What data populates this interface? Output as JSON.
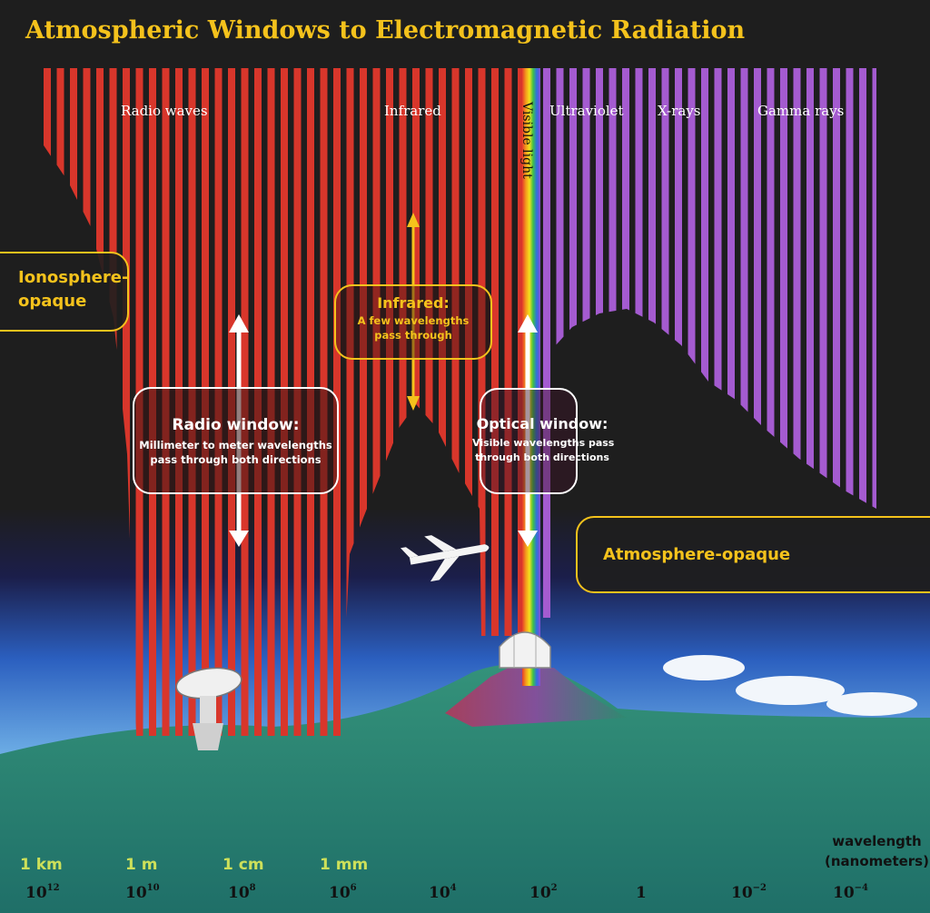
{
  "title": "Atmospheric Windows to Electromagnetic Radiation",
  "bands": {
    "radio": "Radio waves",
    "infrared": "Infrared",
    "visible": "Visible light",
    "ultraviolet": "Ultraviolet",
    "xrays": "X-rays",
    "gamma": "Gamma rays"
  },
  "ionosphere_label": "Ionosphere-\nopaque",
  "atmosphere_label": "Atmosphere-opaque",
  "radio_window": {
    "heading": "Radio window:",
    "line1": "Millimeter to meter wavelengths",
    "line2": "pass through both directions"
  },
  "infrared_window": {
    "heading": "Infrared:",
    "line1": "A few wavelengths",
    "line2": "pass through"
  },
  "optical_window": {
    "heading": "Optical window:",
    "line1": "Visible wavelengths pass",
    "line2": "through both directions"
  },
  "length_labels": [
    "1 km",
    "1 m",
    "1 cm",
    "1 mm"
  ],
  "ticks": [
    {
      "base": "10",
      "exp": "12"
    },
    {
      "base": "10",
      "exp": "10"
    },
    {
      "base": "10",
      "exp": "8"
    },
    {
      "base": "10",
      "exp": "6"
    },
    {
      "base": "10",
      "exp": "4"
    },
    {
      "base": "10",
      "exp": "2"
    },
    {
      "base": "1",
      "exp": ""
    },
    {
      "base": "10",
      "exp": "−2"
    },
    {
      "base": "10",
      "exp": "−4"
    }
  ],
  "axis_label": {
    "line1": "wavelength",
    "line2": "(nanometers)"
  },
  "colors": {
    "accent": "#f4c21c",
    "radio_ir": "#d8362b",
    "uv_xray_gamma": "#a45bd0",
    "ground": "#2f8a6f",
    "sky": "#2d6fc4",
    "length_label": "#cde05a"
  }
}
